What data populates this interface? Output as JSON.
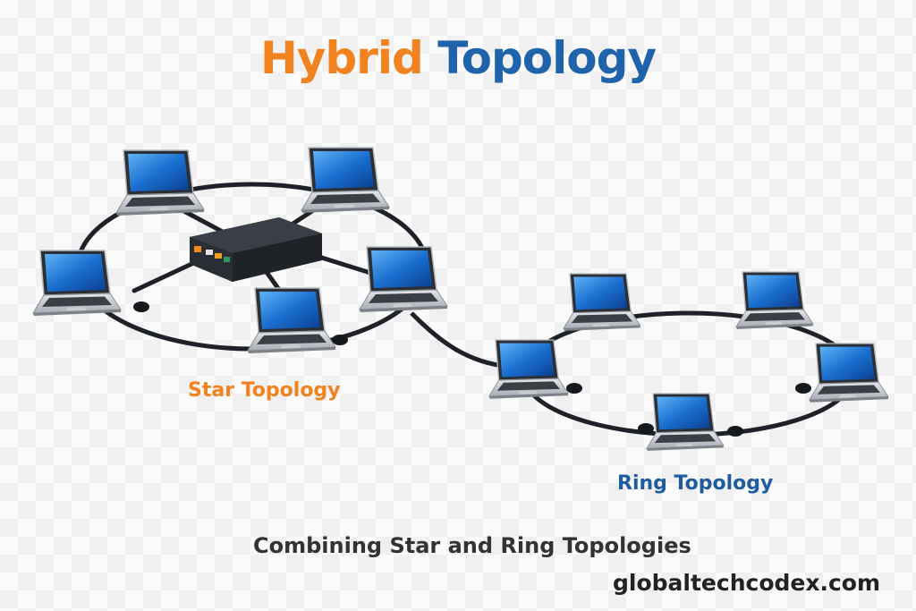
{
  "title": {
    "part1": "Hybrid",
    "part2": "Topology"
  },
  "labels": {
    "star": "Star Topology",
    "ring": "Ring Topology"
  },
  "subtitle": "Combining Star and Ring Topologies",
  "website": "globaltechcodex.com",
  "colors": {
    "orange": "#f08220",
    "blue": "#1f63aa",
    "cable": "#1e2228",
    "screen": "#1a6fd0"
  },
  "nodes": {
    "star": [
      "laptop",
      "laptop",
      "laptop",
      "laptop",
      "laptop"
    ],
    "hub": "network-switch",
    "ring": [
      "laptop",
      "laptop",
      "laptop",
      "laptop",
      "laptop"
    ]
  }
}
